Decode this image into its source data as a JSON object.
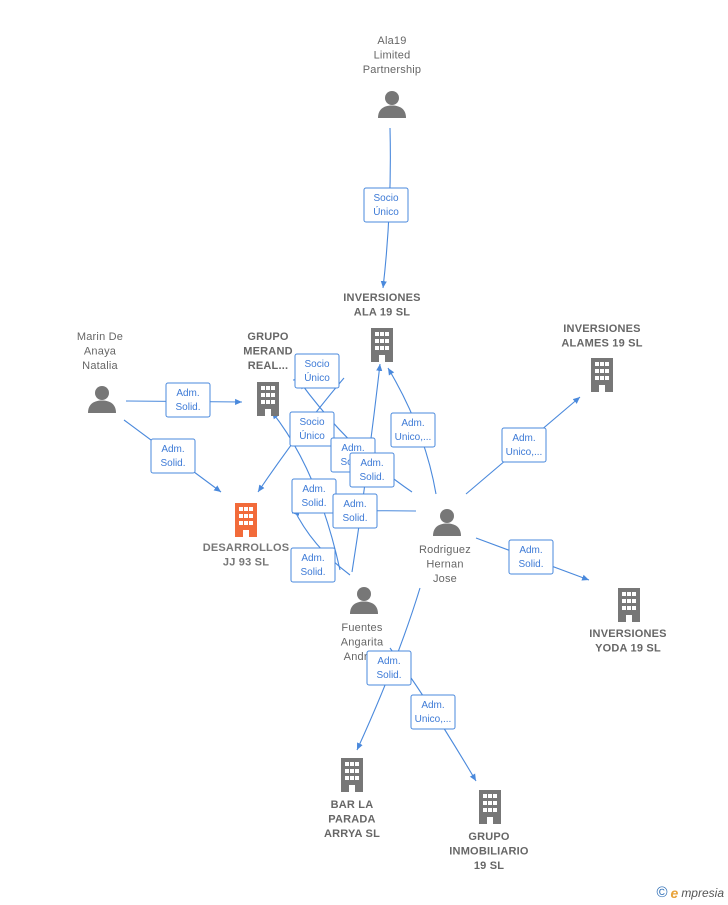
{
  "colors": {
    "edge": "#4a89dc",
    "icon": "#777777",
    "focus": "#f26b3a",
    "label": "#666666"
  },
  "nodes": [
    {
      "id": "ala19lp",
      "type": "person",
      "lines": [
        "Ala19",
        "Limited",
        "Partnership"
      ]
    },
    {
      "id": "invala19",
      "type": "company",
      "lines": [
        "INVERSIONES",
        "ALA 19  SL"
      ]
    },
    {
      "id": "marin",
      "type": "person",
      "lines": [
        "Marin De",
        "Anaya",
        "Natalia"
      ]
    },
    {
      "id": "merand",
      "type": "company",
      "lines": [
        "GRUPO",
        "MERAND",
        "REAL..."
      ]
    },
    {
      "id": "alames",
      "type": "company",
      "lines": [
        "INVERSIONES",
        "ALAMES 19  SL"
      ]
    },
    {
      "id": "desarr",
      "type": "company",
      "focus": true,
      "lines": [
        "DESARROLLOS",
        "JJ 93  SL"
      ]
    },
    {
      "id": "rodri",
      "type": "person",
      "lines": [
        "Rodriguez",
        "Hernan",
        "Jose"
      ]
    },
    {
      "id": "fuentes",
      "type": "person",
      "lines": [
        "Fuentes",
        "Angarita",
        "Andrea"
      ]
    },
    {
      "id": "yoda",
      "type": "company",
      "lines": [
        "INVERSIONES",
        "YODA 19  SL"
      ]
    },
    {
      "id": "bar",
      "type": "company",
      "lines": [
        "BAR LA",
        "PARADA",
        "ARRYA SL"
      ]
    },
    {
      "id": "grupoinm",
      "type": "company",
      "lines": [
        "GRUPO",
        "INMOBILIARIO",
        "19  SL"
      ]
    }
  ],
  "edges": [
    {
      "from": "ala19lp",
      "to": "invala19",
      "label": [
        "Socio",
        "Único"
      ]
    },
    {
      "from": "marin",
      "to": "merand",
      "label": [
        "Adm.",
        "Solid."
      ]
    },
    {
      "from": "marin",
      "to": "desarr",
      "label": [
        "Adm.",
        "Solid."
      ]
    },
    {
      "from": "merand",
      "to": "merand",
      "label": [
        "Socio",
        "Único"
      ]
    },
    {
      "from": "invala19",
      "to": "desarr",
      "label": [
        "Socio",
        "Único"
      ]
    },
    {
      "from": "rodri",
      "to": "invala19",
      "label": [
        "Adm.",
        "Unico,..."
      ]
    },
    {
      "from": "rodri",
      "to": "alames",
      "label": [
        "Adm.",
        "Unico,..."
      ]
    },
    {
      "from": "rodri",
      "to": "merand",
      "label": [
        "Adm.",
        "Solid."
      ]
    },
    {
      "from": "rodri",
      "to": "desarr",
      "label": [
        "Adm.",
        "Solid."
      ]
    },
    {
      "from": "rodri",
      "to": "yoda",
      "label": [
        "Adm.",
        "Solid."
      ]
    },
    {
      "from": "rodri",
      "to": "bar",
      "label": [
        "Adm.",
        "Solid."
      ]
    },
    {
      "from": "fuentes",
      "to": "invala19",
      "label": [
        "Adm.",
        "Solid."
      ]
    },
    {
      "from": "fuentes",
      "to": "desarr",
      "label": [
        "Adm.",
        "Solid."
      ]
    },
    {
      "from": "fuentes",
      "to": "merand",
      "label": [
        "Adm.",
        "Solid."
      ]
    },
    {
      "from": "fuentes",
      "to": "grupoinm",
      "label": [
        "Adm.",
        "Unico,..."
      ]
    }
  ],
  "brand": {
    "copyright": "©",
    "initial": "e",
    "rest": "mpresia"
  }
}
